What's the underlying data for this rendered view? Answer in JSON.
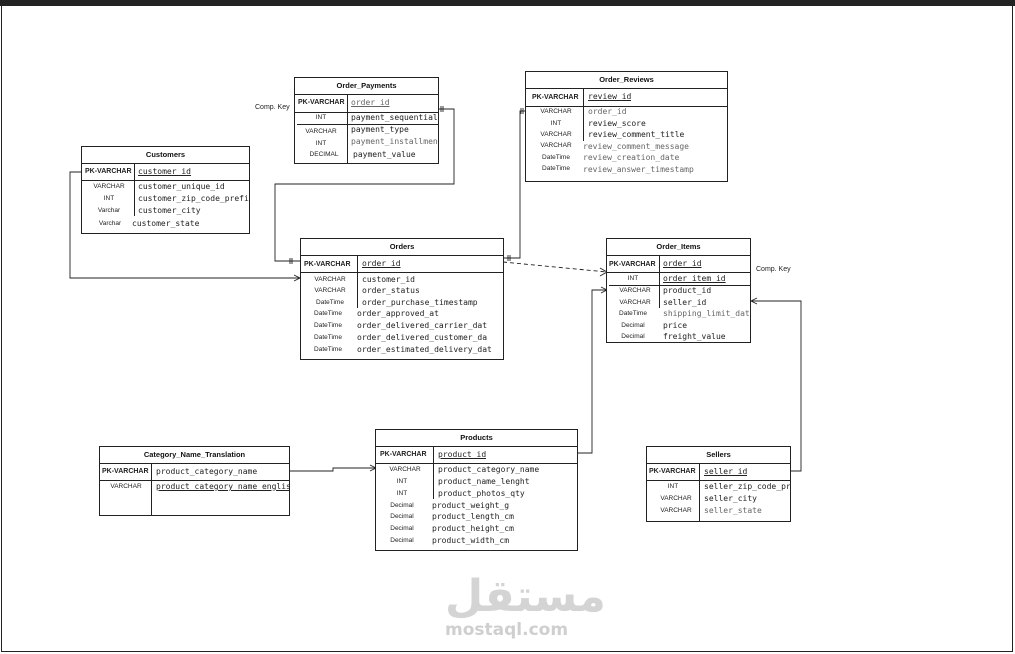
{
  "notes": {
    "comp_key_left": "Comp. Key",
    "comp_key_right": "Comp. Key"
  },
  "entities": {
    "payments": {
      "title": "Order_Payments",
      "rows": [
        {
          "type": "PK-VARCHAR",
          "field": "order_id"
        },
        {
          "type": "INT",
          "field": "payment_sequential"
        },
        {
          "type": "VARCHAR",
          "field": "payment_type"
        },
        {
          "type": "INT",
          "field": "payment_installmen"
        },
        {
          "type": "DECIMAL",
          "field": "payment_value"
        }
      ]
    },
    "reviews": {
      "title": "Order_Reviews",
      "rows": [
        {
          "type": "PK-VARCHAR",
          "field": "review_id"
        },
        {
          "type": "VARCHAR",
          "field": "order_id"
        },
        {
          "type": "INT",
          "field": "review_score"
        },
        {
          "type": "VARCHAR",
          "field": "review_comment_title"
        },
        {
          "type": "VARCHAR",
          "field": "review_comment_message"
        },
        {
          "type": "DateTime",
          "field": "review_creation_date"
        },
        {
          "type": "DateTime",
          "field": "review_answer_timestamp"
        }
      ]
    },
    "customers": {
      "title": "Customers",
      "rows": [
        {
          "type": "PK-VARCHAR",
          "field": "customer_id"
        },
        {
          "type": "VARCHAR",
          "field": "customer_unique_id"
        },
        {
          "type": "INT",
          "field": "customer_zip_code_prefi"
        },
        {
          "type": "Varchar",
          "field": "customer_city"
        },
        {
          "type": "Varchar",
          "field": "customer_state"
        }
      ]
    },
    "orders": {
      "title": "Orders",
      "rows": [
        {
          "type": "PK-VARCHAR",
          "field": "order_id"
        },
        {
          "type": "VARCHAR",
          "field": "customer_id"
        },
        {
          "type": "VARCHAR",
          "field": "order_status"
        },
        {
          "type": "DateTime",
          "field": "order_purchase_timestamp"
        },
        {
          "type": "DateTime",
          "field": "order_approved_at"
        },
        {
          "type": "DateTime",
          "field": "order_delivered_carrier_dat"
        },
        {
          "type": "DateTime",
          "field": "order_delivered_customer_da"
        },
        {
          "type": "DateTime",
          "field": "order_estimated_delivery_dat"
        }
      ]
    },
    "items": {
      "title": "Order_Items",
      "rows": [
        {
          "type": "PK-VARCHAR",
          "field": "order_id"
        },
        {
          "type": "INT",
          "field": "order_item_id"
        },
        {
          "type": "VARCHAR",
          "field": "product_id"
        },
        {
          "type": "VARCHAR",
          "field": "seller_id"
        },
        {
          "type": "DateTime",
          "field": "shipping_limit_date"
        },
        {
          "type": "Decimal",
          "field": "price"
        },
        {
          "type": "Decimal",
          "field": "freight_value"
        }
      ]
    },
    "category": {
      "title": "Category_Name_Translation",
      "rows": [
        {
          "type": "PK-VARCHAR",
          "field": "product_category_name"
        },
        {
          "type": "VARCHAR",
          "field": "product_category_name_englis"
        }
      ]
    },
    "products": {
      "title": "Products",
      "rows": [
        {
          "type": "PK-VARCHAR",
          "field": "product_id"
        },
        {
          "type": "VARCHAR",
          "field": "product_category_name"
        },
        {
          "type": "INT",
          "field": "product_name_lenght"
        },
        {
          "type": "INT",
          "field": "product_photos_qty"
        },
        {
          "type": "Decimal",
          "field": "product_weight_g"
        },
        {
          "type": "Decimal",
          "field": "product_length_cm"
        },
        {
          "type": "Decimal",
          "field": "product_height_cm"
        },
        {
          "type": "Decimal",
          "field": "product_width_cm"
        }
      ]
    },
    "sellers": {
      "title": "Sellers",
      "rows": [
        {
          "type": "PK-VARCHAR",
          "field": "seller_id"
        },
        {
          "type": "INT",
          "field": "seller_zip_code_pr"
        },
        {
          "type": "VARCHAR",
          "field": "seller_city"
        },
        {
          "type": "VARCHAR",
          "field": "seller_state"
        }
      ]
    }
  },
  "watermark": {
    "arabic": "مستقل",
    "latin": "mostaql.com"
  }
}
